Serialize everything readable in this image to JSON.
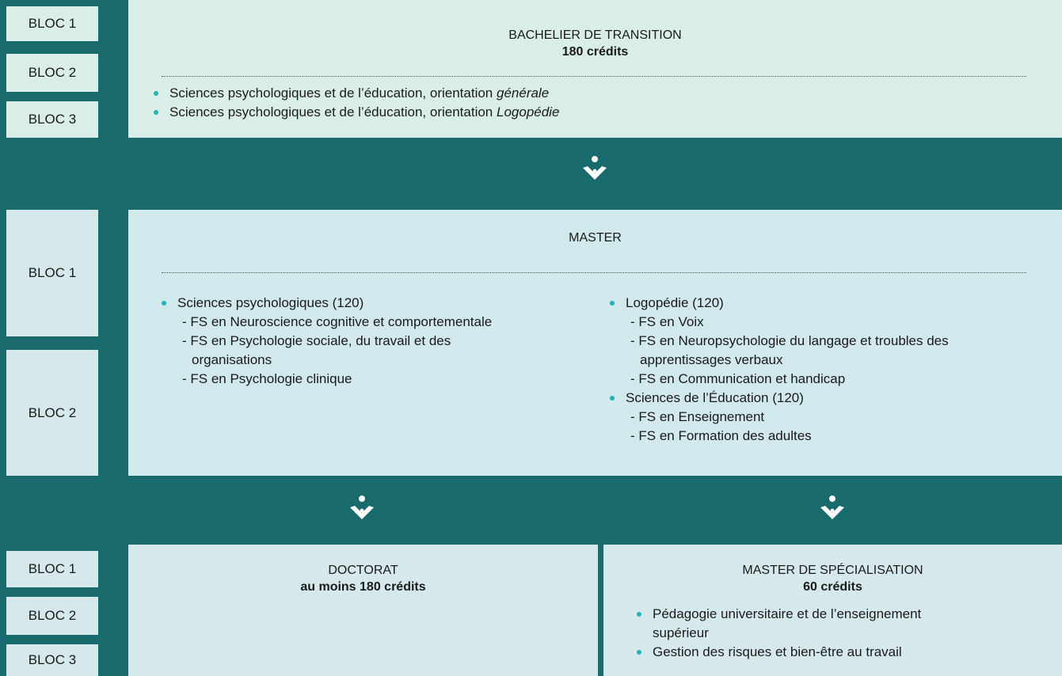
{
  "bloc_labels": {
    "b1": "BLOC 1",
    "b2": "BLOC 2",
    "b3": "BLOC 3"
  },
  "bachelier": {
    "title": "BACHELIER DE TRANSITION",
    "credits": "180 crédits",
    "items": [
      {
        "text": "Sciences psychologiques et de l’éducation, orientation ",
        "italic": "générale"
      },
      {
        "text": "Sciences psychologiques et de l’éducation, orientation ",
        "italic": "Logopédie"
      }
    ]
  },
  "master": {
    "title": "MASTER",
    "left": {
      "heading": "Sciences psychologiques (120)",
      "subs": [
        "- FS en Neuroscience cognitive et comportementale",
        "- FS en Psychologie sociale, du travail et des",
        "organisations",
        "- FS en Psychologie clinique"
      ]
    },
    "right": {
      "heading1": "Logopédie (120)",
      "subs1": [
        "- FS en Voix",
        "- FS en Neuropsychologie du langage et troubles des",
        "apprentissages verbaux",
        "- FS en Communication et handicap"
      ],
      "heading2": "Sciences de l’Éducation (120)",
      "subs2": [
        "- FS en Enseignement",
        "- FS en Formation des adultes"
      ]
    }
  },
  "doctorat": {
    "title": "DOCTORAT",
    "credits": "au moins 180 crédits"
  },
  "master_spec": {
    "title": "MASTER DE SPÉCIALISATION",
    "credits": "60 crédits",
    "items": [
      "Pédagogie universitaire et de l’enseignement",
      "supérieur",
      "Gestion des risques et bien-être au travail"
    ]
  },
  "colors": {
    "background": "#186a6c",
    "panel": "#daeee9",
    "bullet": "#1fb3b9",
    "arrow": "#ffffff"
  }
}
